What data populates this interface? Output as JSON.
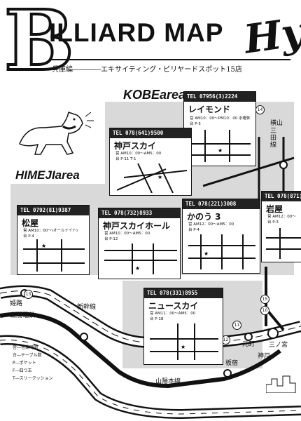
{
  "header": {
    "big_letter": "B",
    "title": "ILLIARD MAP",
    "subtitle": "兵庫編――――エキサイティング・ビリヤードスポット15店",
    "handwriting": "Hy"
  },
  "areas": {
    "kobe": "KOBEarea",
    "himeji": "HIMEJIarea"
  },
  "shops": [
    {
      "tel": "TEL 07956(3)2224",
      "name": "レイモンド",
      "hours": "営 AM10：00～PM10：00 水曜休",
      "page": "台 P-5"
    },
    {
      "tel": "TEL 078(641)9500",
      "name": "神戸スカイ",
      "hours": "営 AM10：00～AM5：00",
      "page": "台 P-11 T-1"
    },
    {
      "tel": "TEL 0792(81)9387",
      "name": "松屋",
      "hours": "営 AM10：00～(オールナイト)",
      "page": "台 P-4"
    },
    {
      "tel": "TEL 078(732)8933",
      "name": "神戸スカイホール",
      "hours": "営 AM10：00～AM5：00",
      "page": "台 P-12"
    },
    {
      "tel": "TEL 078(221)3008",
      "name": "かのう 3",
      "hours": "営 AM12：00～AM5：00",
      "page": "台 P-4"
    },
    {
      "tel": "TEL 078(871)",
      "name": "岩屋",
      "hours": "営 AM12：00～",
      "page": "台 P-3"
    },
    {
      "tel": "TEL 078(331)8955",
      "name": "ニュースカイ",
      "hours": "営 AM11：00～AM5：00",
      "page": "台 P-18"
    }
  ],
  "stations": {
    "himeji": "姫路",
    "sanyo_dentetsu": "山陽電鉄",
    "shinkansen": "新幹線",
    "sanyo_honsen": "山陽本線",
    "motomachi": "元町",
    "itayado": "板宿",
    "kobe": "神戸",
    "sannomiya": "三ノ宮",
    "yokoyama": "横山",
    "sanda_line": "三田線"
  },
  "route_numbers": {
    "r14": "14",
    "r13": "13",
    "r12": "12",
    "r11": "11",
    "r10": "10",
    "r15": "15"
  },
  "legend": [
    "営―営業時間",
    "台―テーブル数",
    "P―ポケット",
    "F―四つ玉",
    "T―スリークッション"
  ]
}
